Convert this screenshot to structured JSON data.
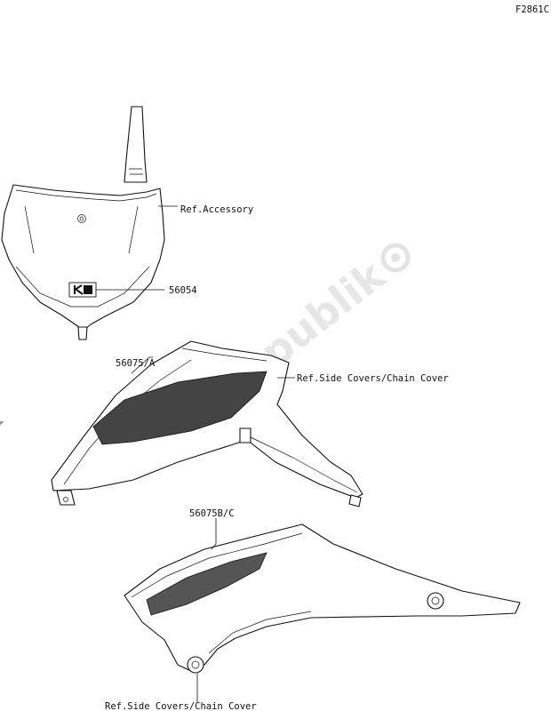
{
  "figure_code": "F2861C",
  "watermark": {
    "text": "PartsRepublik"
  },
  "callouts": {
    "ref_accessory": "Ref.Accessory",
    "part_56054": "56054",
    "part_56075A": "56075/A",
    "ref_side_covers_1": "Ref.Side Covers/Chain Cover",
    "part_56075BC": "56075B/C",
    "ref_side_covers_2": "Ref.Side Covers/Chain Cover"
  }
}
